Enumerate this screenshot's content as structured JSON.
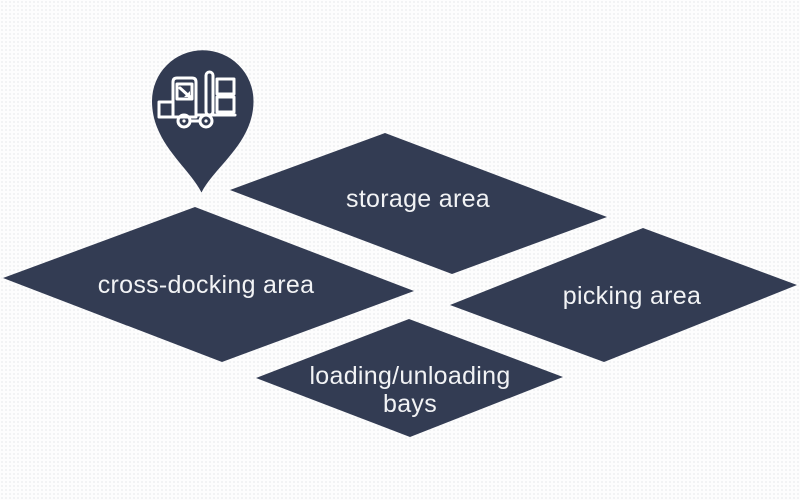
{
  "colors": {
    "area_fill": "#333c53",
    "pin_fill": "#323b52",
    "label_text": "#f2f3f5",
    "icon_stroke": "#ffffff"
  },
  "areas": [
    {
      "id": "storage",
      "label": "storage area"
    },
    {
      "id": "cross-docking",
      "label": "cross-docking area"
    },
    {
      "id": "picking",
      "label": "picking area"
    },
    {
      "id": "loading-unloading-bays",
      "label_lines": [
        "loading/unloading",
        "bays"
      ]
    }
  ],
  "pin": {
    "icon": "forklift-icon"
  }
}
